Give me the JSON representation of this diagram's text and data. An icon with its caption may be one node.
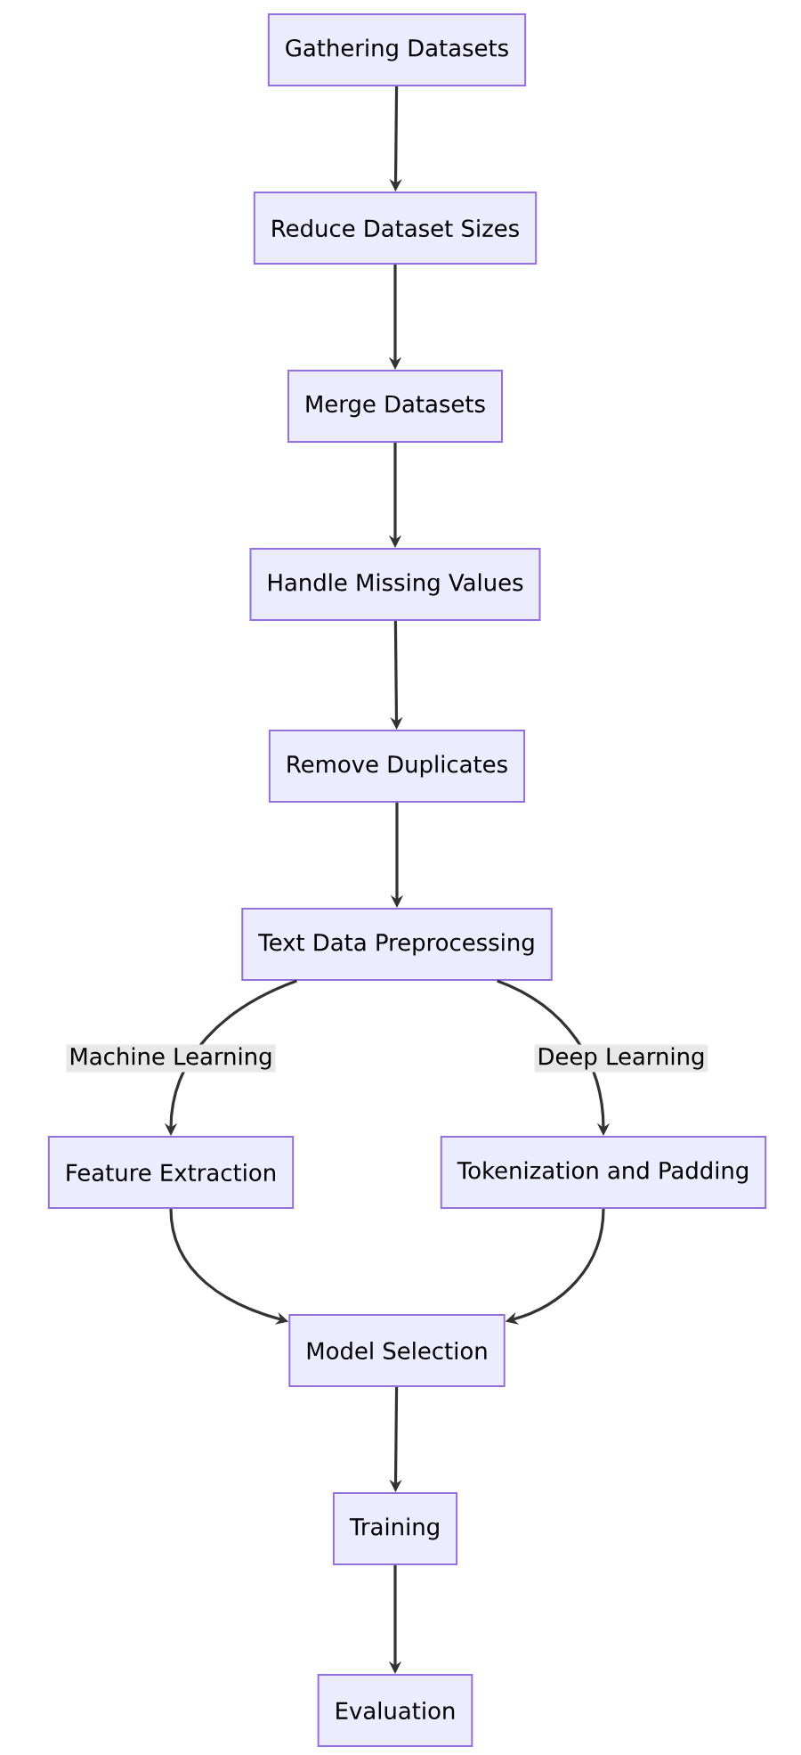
{
  "diagram": {
    "nodes": [
      {
        "text": [
          "Gathering Datasets"
        ]
      },
      {
        "text": [
          "Reduce Dataset Sizes"
        ]
      },
      {
        "text": [
          "Merge Datasets"
        ]
      },
      {
        "text": [
          "Handle Missing Values"
        ]
      },
      {
        "text": [
          "Remove Duplicates"
        ]
      },
      {
        "text": [
          "Text Data Preprocessing"
        ]
      },
      {
        "text": [
          "Feature Extraction"
        ]
      },
      {
        "text": [
          "Tokenization and Padding"
        ]
      },
      {
        "text": [
          "Model Selection"
        ]
      },
      {
        "text": [
          "Training"
        ]
      },
      {
        "text": [
          "Evaluation"
        ]
      }
    ],
    "edges": [
      {
        "from": 0,
        "to": 1,
        "arrow": "to"
      },
      {
        "from": 1,
        "to": 2,
        "arrow": "to"
      },
      {
        "from": 2,
        "to": 3,
        "arrow": "to"
      },
      {
        "from": 3,
        "to": 4,
        "arrow": "to"
      },
      {
        "from": 4,
        "to": 5,
        "arrow": "to"
      },
      {
        "from": 5,
        "to": 6,
        "arrow": "to",
        "label": "Machine Learning"
      },
      {
        "from": 5,
        "to": 7,
        "arrow": "to",
        "label": "Deep Learning"
      },
      {
        "from": 6,
        "to": 8,
        "arrow": "to"
      },
      {
        "from": 7,
        "to": 8,
        "arrow": "to"
      },
      {
        "from": 8,
        "to": 9,
        "arrow": "to"
      },
      {
        "from": 9,
        "to": 10,
        "arrow": "to"
      }
    ]
  }
}
